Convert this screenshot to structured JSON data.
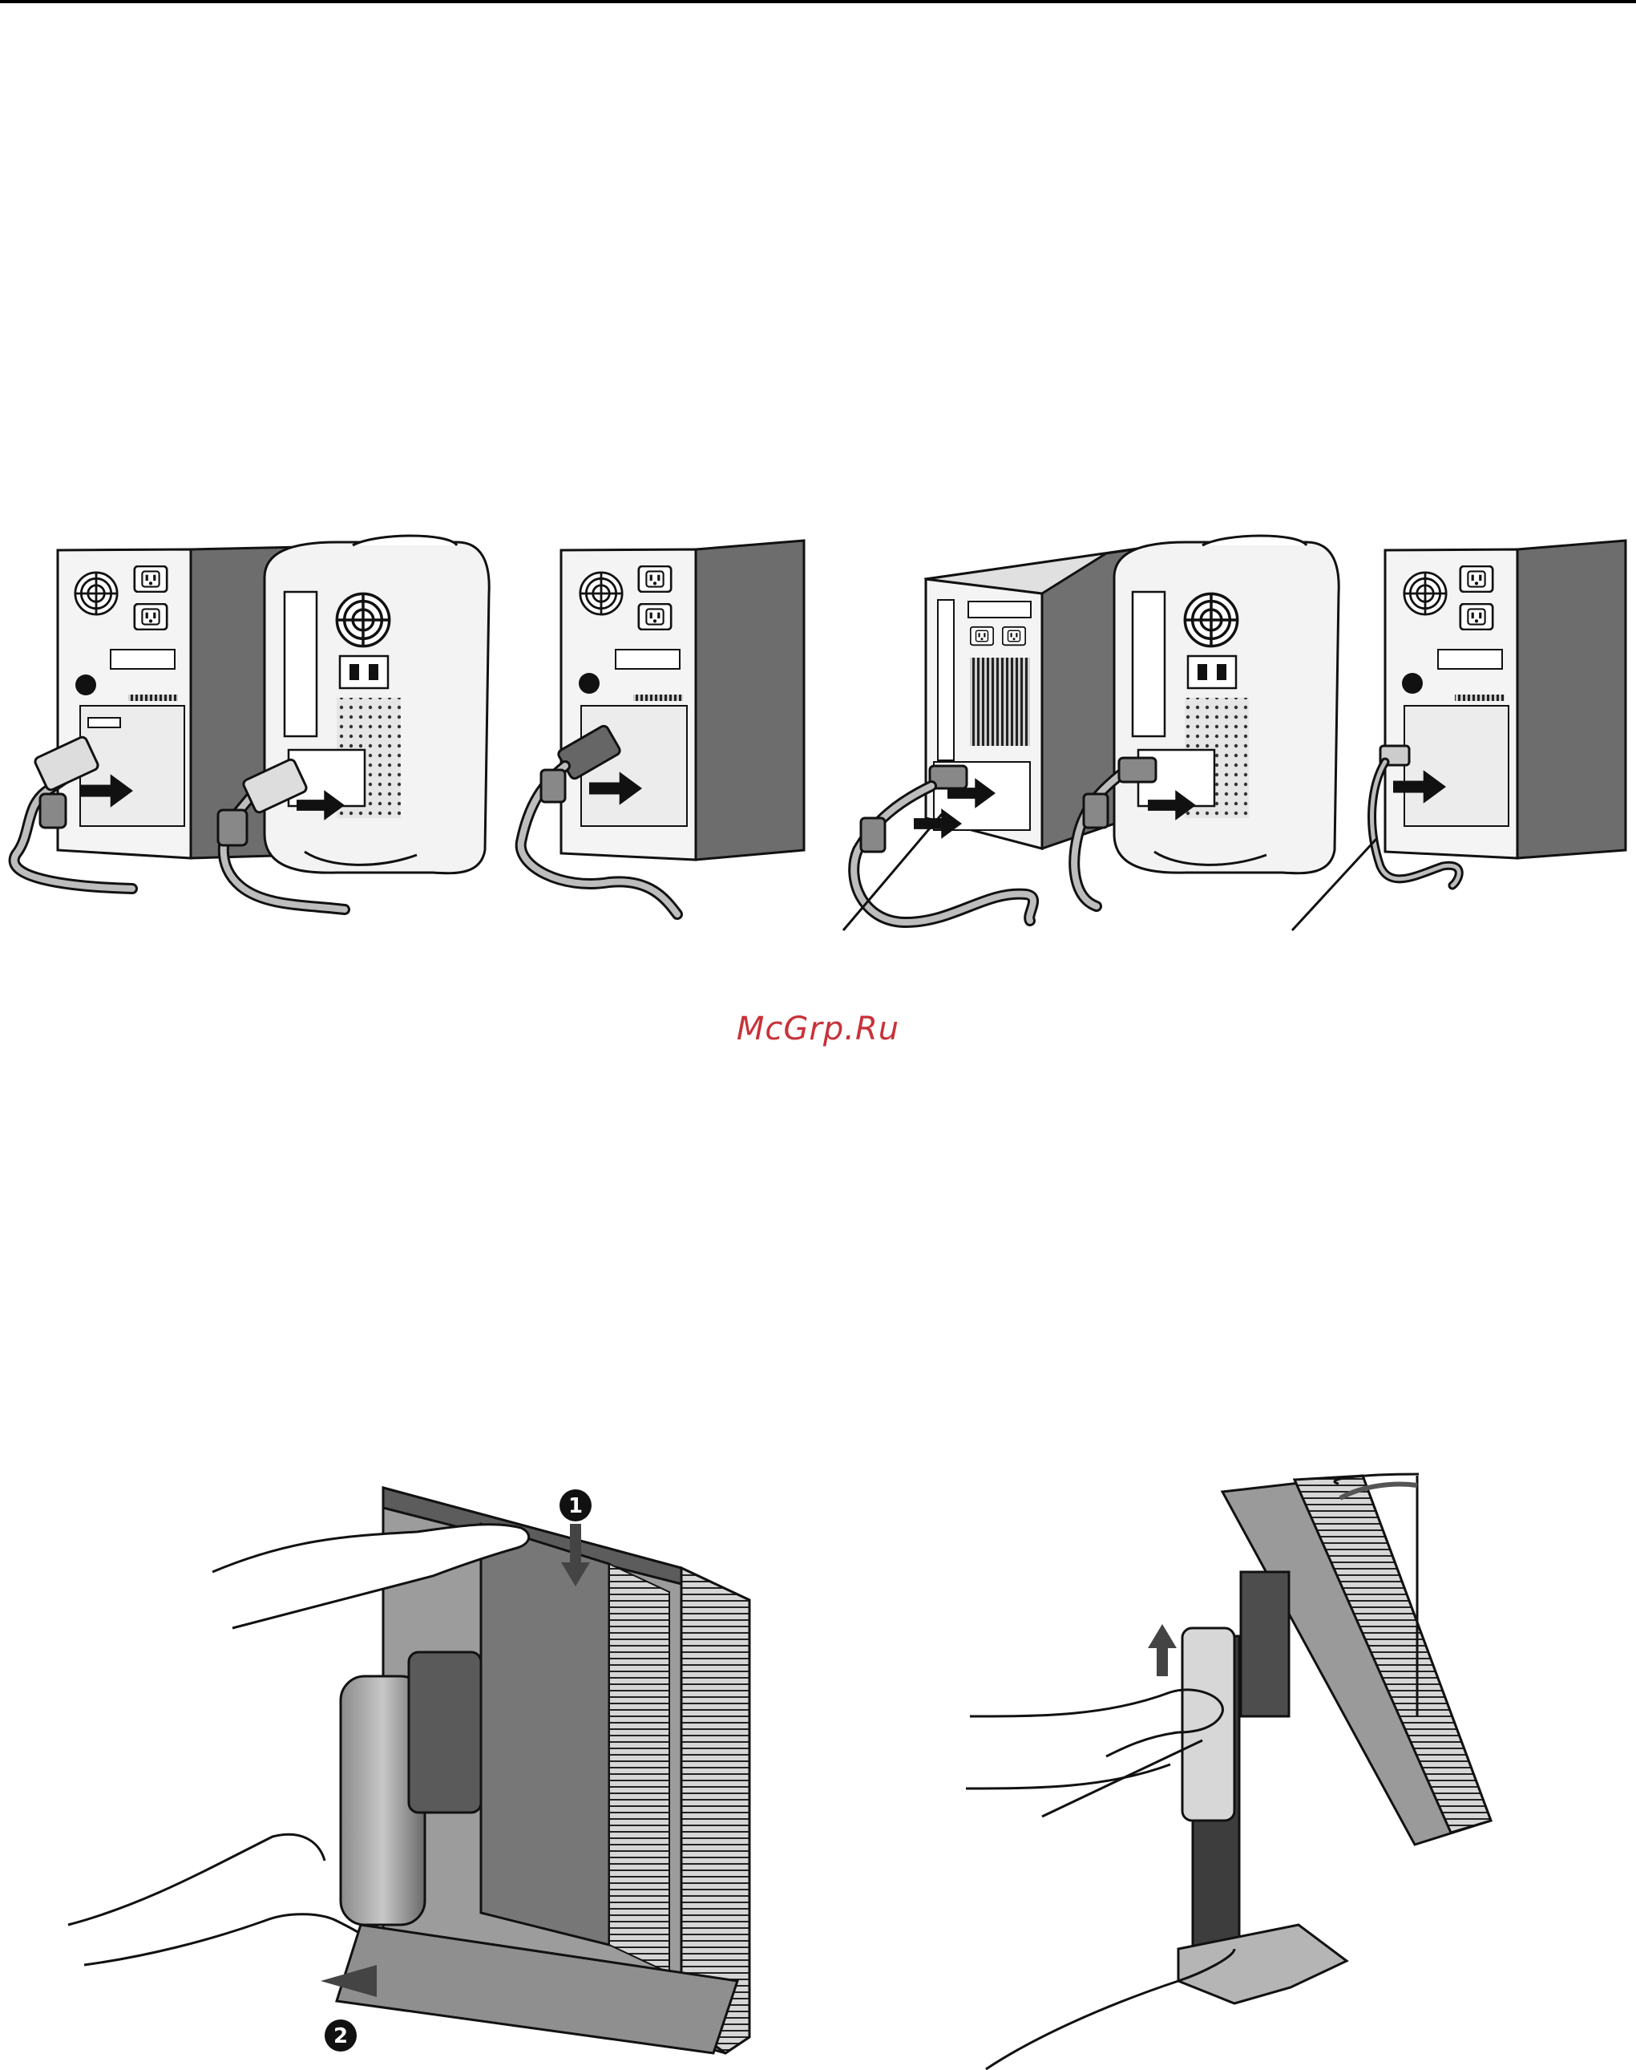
{
  "header": {
    "rule": true
  },
  "watermark": {
    "text": "McGrp.Ru",
    "color": "#c8323a"
  },
  "figures": [
    {
      "name": "pc-and-mac-analog-connection",
      "steps": []
    },
    {
      "name": "pc-tower-connection",
      "steps": []
    },
    {
      "name": "mac-and-workstation-digital-connection",
      "steps": []
    },
    {
      "name": "pc-tower-digital-connection",
      "steps": []
    },
    {
      "name": "remove-stand-cover",
      "steps": [
        "1",
        "2"
      ]
    },
    {
      "name": "raise-monitor-on-stand",
      "steps": []
    }
  ]
}
